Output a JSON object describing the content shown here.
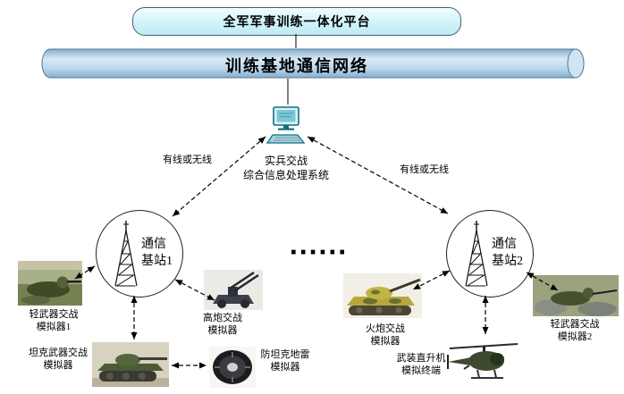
{
  "platform_title": "全军军事训练一体化平台",
  "network_title": "训练基地通信网络",
  "processing_system": {
    "line1": "实兵交战",
    "line2": "综合信息处理系统"
  },
  "links": {
    "left_label": "有线或无线",
    "right_label": "有线或无线"
  },
  "stations": {
    "station1": {
      "line1": "通信",
      "line2": "基站1"
    },
    "station2": {
      "line1": "通信",
      "line2": "基站2"
    }
  },
  "ellipsis": "······",
  "nodes": {
    "light_weapon_1": {
      "line1": "轻武器交战",
      "line2": "模拟器1"
    },
    "tank_weapon": {
      "line1": "坦克武器交战",
      "line2": "模拟器"
    },
    "aa_gun": {
      "line1": "高炮交战",
      "line2": "模拟器"
    },
    "antitank_mine": {
      "line1": "防坦克地雷",
      "line2": "模拟器"
    },
    "artillery": {
      "line1": "火炮交战",
      "line2": "模拟器"
    },
    "helicopter": {
      "line1": "武装直升机",
      "line2": "模拟终端"
    },
    "light_weapon_2": {
      "line1": "轻武器交战",
      "line2": "模拟器2"
    }
  },
  "colors": {
    "platform_fill": "#cdf2fa",
    "cylinder_fill": "#b3d1e8",
    "computer_accent": "#13707e",
    "line_color": "#000000"
  }
}
